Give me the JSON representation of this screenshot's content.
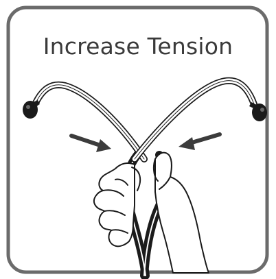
{
  "title": "Increase Tension",
  "colors": {
    "frame": "#6b6b6b",
    "line": "#1a1a1a",
    "arrow": "#3c3c3c",
    "tubing": "#1b1b1b",
    "background": "#ffffff"
  },
  "icons": [
    "stethoscope-binaural",
    "left-hand",
    "right-hand",
    "arrow-right",
    "arrow-left"
  ]
}
